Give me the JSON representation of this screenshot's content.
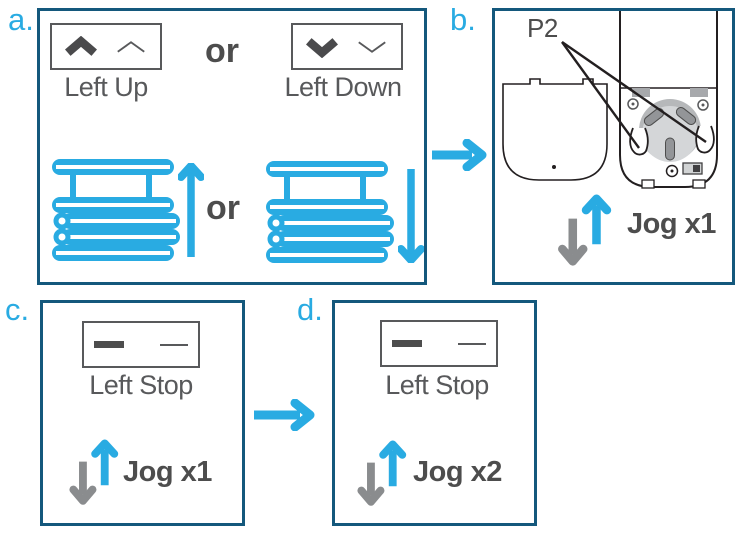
{
  "colors": {
    "accent_cyan": "#29ABE2",
    "panel_border": "#14587C",
    "text_gray": "#58595B",
    "text_dark": "#4D4D4D",
    "arrow_gray": "#8A8C8E"
  },
  "panel_a": {
    "label": "a.",
    "left_up_caption": "Left Up",
    "or_top": "or",
    "left_down_caption": "Left Down",
    "or_bottom": "or"
  },
  "panel_b": {
    "label": "b.",
    "callout": "P2",
    "jog_label": "Jog x1"
  },
  "panel_c": {
    "label": "c.",
    "button_caption": "Left Stop",
    "jog_label": "Jog x1"
  },
  "panel_d": {
    "label": "d.",
    "button_caption": "Left Stop",
    "jog_label": "Jog x2"
  }
}
